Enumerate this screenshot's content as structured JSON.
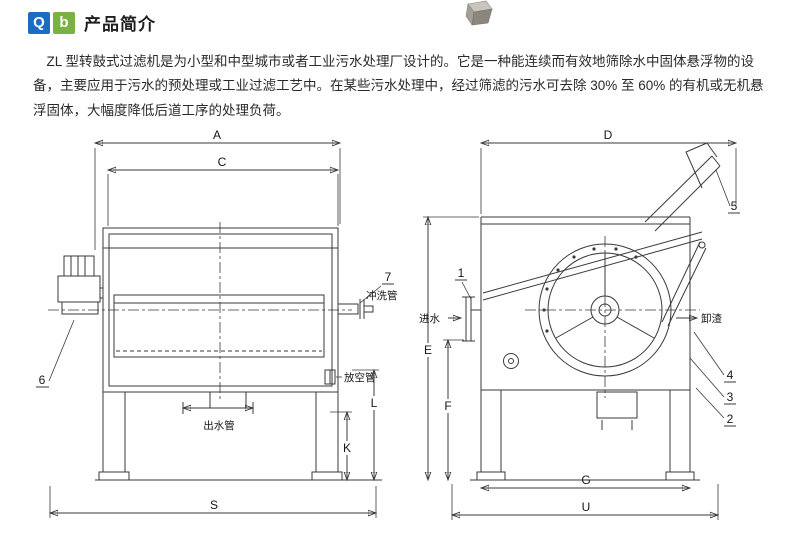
{
  "header": {
    "logo_q": "Q",
    "logo_b": "b",
    "title": "产品简介"
  },
  "intro": {
    "paragraph": "ZL 型转鼓式过滤机是为小型和中型城市或者工业污水处理厂设计的。它是一种能连续而有效地筛除水中固体悬浮物的设备，主要应用于污水的预处理或工业过滤工艺中。在某些污水处理中，经过筛滤的污水可去除 30% 至 60% 的有机或无机悬浮固体，大幅度降低后道工序的处理负荷。"
  },
  "drawing_left": {
    "dim_a": "A",
    "dim_c": "C",
    "dim_s": "S",
    "dim_k": "K",
    "dim_l": "L",
    "label_flush_pipe": "冲洗管",
    "label_vent_pipe": "放空管",
    "label_outlet_pipe": "出水管",
    "callout_6": "6",
    "callout_7": "7"
  },
  "drawing_right": {
    "dim_d": "D",
    "dim_e": "E",
    "dim_f": "F",
    "dim_g": "G",
    "dim_u": "U",
    "label_inlet": "进水",
    "label_discharge": "卸渣",
    "callout_1": "1",
    "callout_2": "2",
    "callout_3": "3",
    "callout_4": "4",
    "callout_5": "5"
  },
  "colors": {
    "logo_q_bg": "#1a6dc0",
    "logo_b_bg": "#79b243",
    "line": "#3a3a3a"
  }
}
